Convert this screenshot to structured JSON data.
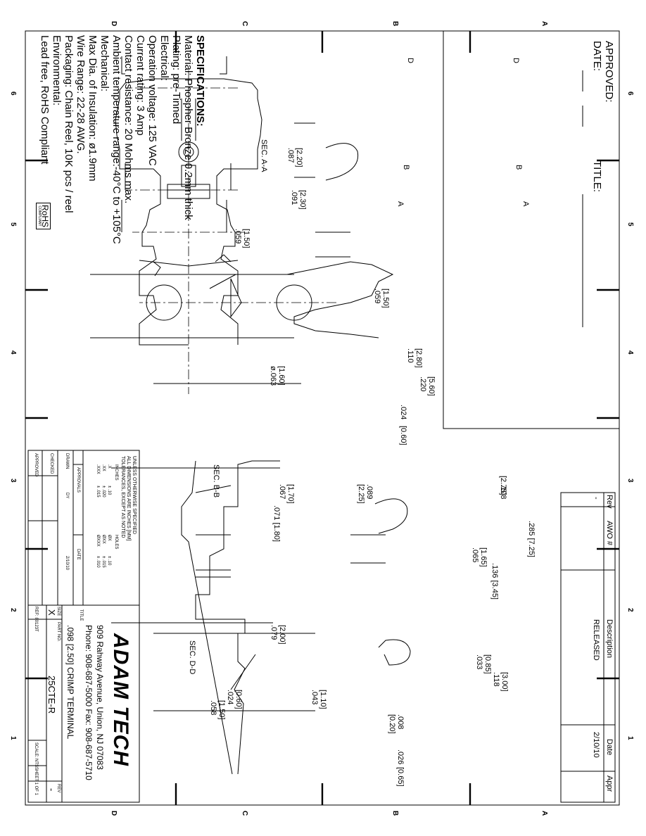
{
  "header": {
    "approved_label": "APPROVED:",
    "date_label": "DATE:",
    "title_label": "TITLE:"
  },
  "zones": {
    "letters": [
      "D",
      "C",
      "B",
      "A"
    ],
    "numbers": [
      "1",
      "2",
      "3",
      "4",
      "5",
      "6"
    ]
  },
  "revision_block": {
    "headers": [
      "Rev",
      "AWO #",
      "Description",
      "Date",
      "Appr"
    ],
    "row": [
      "-",
      "",
      "RELEASED",
      "2/10/10",
      ""
    ]
  },
  "specifications": {
    "heading": "SPECIFICATIONS:",
    "lines": [
      "Material: Phospher Bronze 0.2mm thick",
      "Plating: pre-Tinned",
      "Electrical:",
      "Operation voltage: 125 VAC",
      "Current rating: 3 Amp",
      "Contact resistance: 20 Mohms max.",
      "Ambient temperature range:-40°C to +105°C",
      "Mechanical:",
      "Max Dia. of Insulation: ø1.9mm",
      "Wire Range: 22-28 AWG.",
      "Packaging: Chain Reel, 10K pcs / reel",
      "Environmental:",
      "Lead free, RoHS Compliant"
    ],
    "rohs_mark": "RoHS",
    "rohs_sub": "COMPLIANT"
  },
  "sections": {
    "aa": "SEC. A-A",
    "bb": "SEC. B-B",
    "dd": "SEC. D-D"
  },
  "cut_labels": {
    "a": "A",
    "b": "B",
    "d": "D"
  },
  "dimensions": {
    "d087": ".087",
    "m220": "[2.20]",
    "d091": ".091",
    "m230": "[2.30]",
    "d059a": ".059",
    "m150a": "[1.50]",
    "d059b": ".059",
    "m150b": "[1.50]",
    "d110": ".110",
    "m280": "[2.80]",
    "d220": ".220",
    "m560": "[5.60]",
    "d063": "ø.063",
    "m160": "[1.60]",
    "d024a": ".024",
    "m060a": "[0.60]",
    "d108": ".108",
    "m275": "[2.75]",
    "d089": ".089",
    "m225": "[2.25]",
    "d285": ".285 [7.25]",
    "d065": ".065",
    "m165": "[1.65]",
    "d136": ".136 [3.45]",
    "d067": ".067",
    "m170": "[1.70]",
    "d071": ".071 [1.80]",
    "d033": ".033",
    "m085": "[0.85]",
    "d118": ".118",
    "m300": "[3.00]",
    "d008": ".008",
    "m020": "[0.20]",
    "d026": ".026",
    "m065": "[0.65]",
    "d079": ".079",
    "m200": "[2.00]",
    "d043": ".043",
    "m110": "[1.10]",
    "d024b": ".024",
    "m060b": "[0.60]",
    "d058": ".058",
    "m150c": "[1.50]"
  },
  "tolerance_block": {
    "lines": [
      "UNLESS OTHERWISE SPECIFIED",
      "ALL DIMENSIONS ARE INCHES [MM]",
      "TOLERANCES, EXCEPT AS NOTED"
    ],
    "col_inches": "INCHES",
    "col_holes": "HOLES",
    "tol_rows": [
      [
        ".X",
        "± .10",
        "ØX",
        "± .10"
      ],
      [
        ".XX",
        "± .020",
        "ØXX",
        "± .015"
      ],
      [
        ".XXX",
        "± .015",
        "ØXXX",
        "± .010"
      ]
    ],
    "approvals": "APPROVALS",
    "date_col": "DATE",
    "rows": [
      {
        "label": "DRAWN",
        "by": "DY",
        "date": "2/10/10"
      },
      {
        "label": "CHECKED",
        "by": "",
        "date": ""
      },
      {
        "label": "APPROVED",
        "by": "",
        "date": ""
      }
    ]
  },
  "title_block": {
    "company": "ADAM TECH",
    "address": "909 Rahway Avenue, Union, NJ 07083",
    "phone": "Phone: 908-687-5000 Fax: 908-687-5710",
    "title_label": "TITLE",
    "title": ".098 [2.50] CRIMP TERMINAL",
    "size_label": "SIZE",
    "size": "X",
    "part_label": "PART NO.",
    "part_no": "25CTE-R",
    "rev_label": "REV",
    "rev": "-",
    "ref": "REF: 80123T",
    "scale": "SCALE: NTS",
    "sheet": "SHEET 1 OF 1"
  }
}
